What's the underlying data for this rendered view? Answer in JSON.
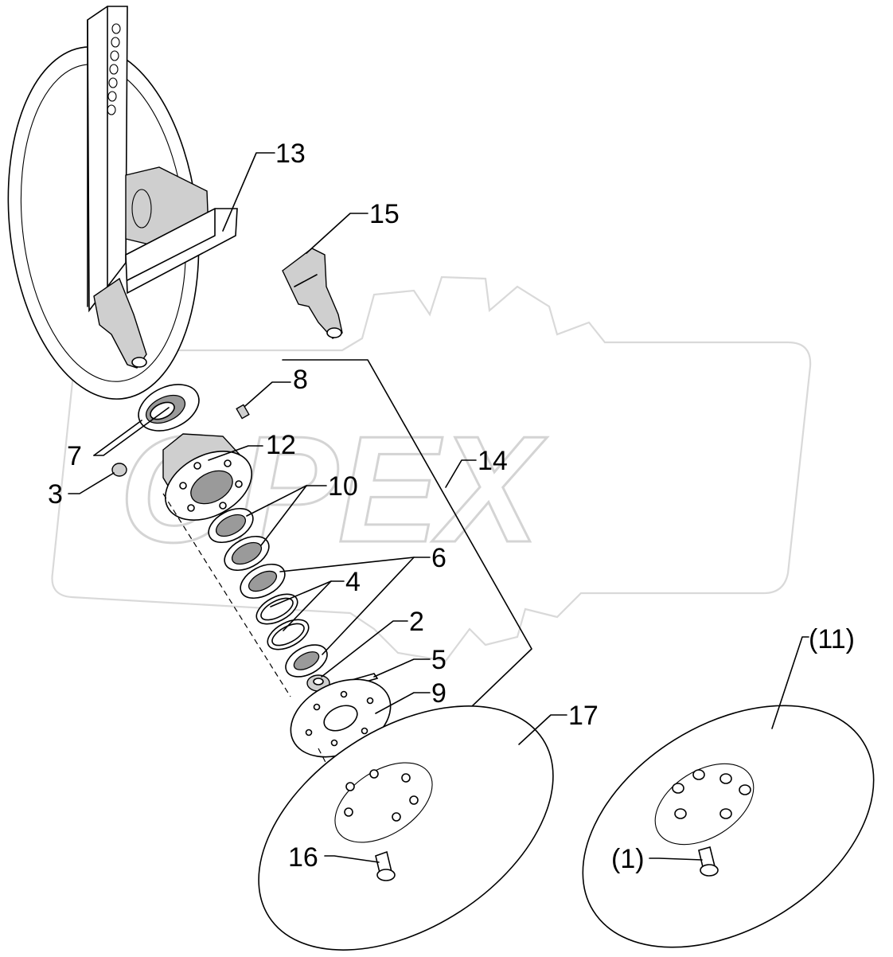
{
  "watermark": {
    "text": "OPEX"
  },
  "labels": {
    "l1": "(1)",
    "l2": "2",
    "l3": "3",
    "l4": "4",
    "l5": "5",
    "l6": "6",
    "l7": "7",
    "l8": "8",
    "l9": "9",
    "l10": "10",
    "l11": "(11)",
    "l12": "12",
    "l13": "13",
    "l14": "14",
    "l15": "15",
    "l16": "16",
    "l17": "17"
  }
}
